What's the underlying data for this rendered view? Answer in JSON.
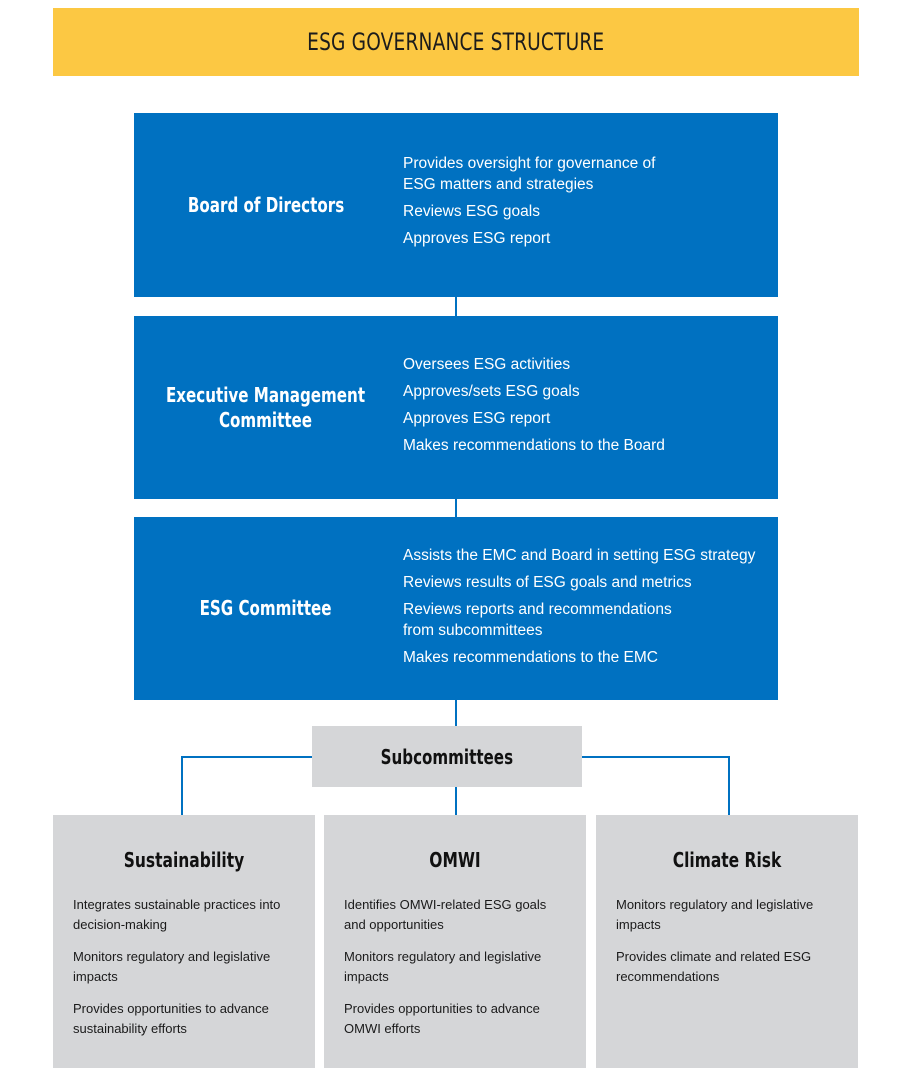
{
  "title": "ESG GOVERNANCE STRUCTURE",
  "tiers": [
    {
      "name": "Board of Directors",
      "items": [
        "Provides oversight for governance of\nESG matters and strategies",
        "Reviews ESG goals",
        "Approves ESG report"
      ]
    },
    {
      "name": "Executive Management\nCommittee",
      "items": [
        "Oversees ESG activities",
        "Approves/sets ESG goals",
        "Approves ESG report",
        "Makes recommendations to the Board"
      ]
    },
    {
      "name": "ESG Committee",
      "items": [
        "Assists the EMC and Board in setting ESG strategy",
        "Reviews results of ESG goals and metrics",
        "Reviews reports and recommendations\nfrom subcommittees",
        "Makes recommendations to the EMC"
      ]
    }
  ],
  "subcommittees": {
    "label": "Subcommittees",
    "items": [
      {
        "name": "Sustainability",
        "items": [
          "Integrates sustainable practices into\ndecision-making",
          "Monitors regulatory and legislative\nimpacts",
          "Provides opportunities to advance\nsustainability efforts"
        ]
      },
      {
        "name": "OMWI",
        "items": [
          "Identifies OMWI-related ESG goals\nand opportunities",
          "Monitors regulatory and legislative\nimpacts",
          "Provides opportunities to advance\nOMWI efforts"
        ]
      },
      {
        "name": "Climate Risk",
        "items": [
          "Monitors regulatory and legislative\nimpacts",
          "Provides climate and related ESG\nrecommendations"
        ]
      }
    ]
  },
  "colors": {
    "banner": "#fcc843",
    "tier_fill": "#0071c1",
    "connector": "#0071c1",
    "subcommittee_fill": "#d5d6d8"
  }
}
